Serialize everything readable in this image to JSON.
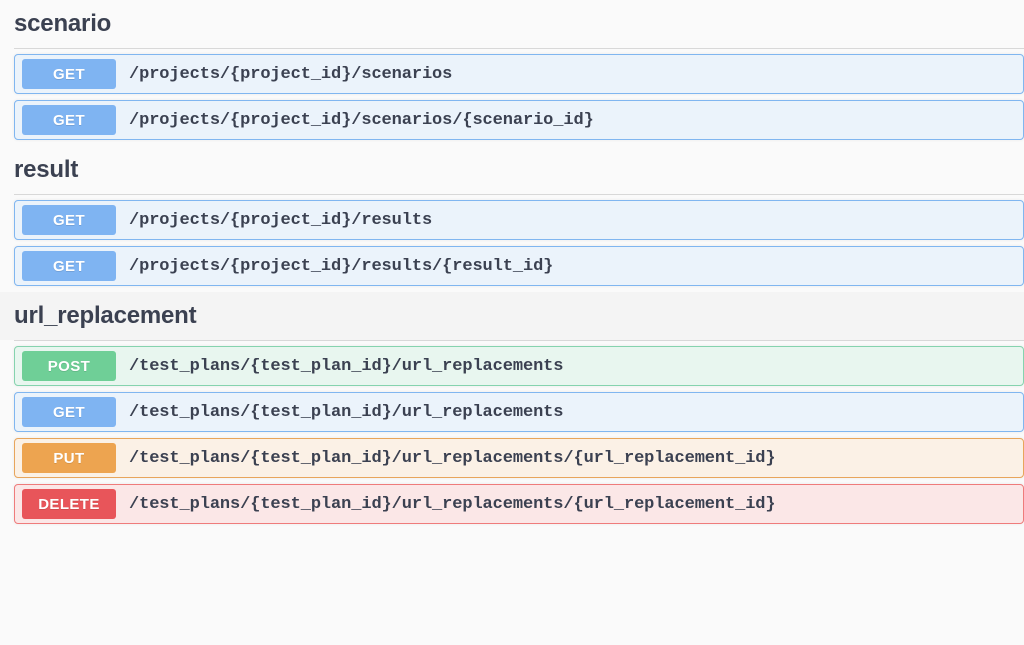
{
  "page": {
    "background_color": "#fafafa",
    "text_color": "#3b4151"
  },
  "sections": [
    {
      "tag": "scenario",
      "shaded": false,
      "operations": [
        {
          "method": "GET",
          "path": "/projects/{project_id}/scenarios"
        },
        {
          "method": "GET",
          "path": "/projects/{project_id}/scenarios/{scenario_id}"
        }
      ]
    },
    {
      "tag": "result",
      "shaded": false,
      "operations": [
        {
          "method": "GET",
          "path": "/projects/{project_id}/results"
        },
        {
          "method": "GET",
          "path": "/projects/{project_id}/results/{result_id}"
        }
      ]
    },
    {
      "tag": "url_replacement",
      "shaded": true,
      "operations": [
        {
          "method": "POST",
          "path": "/test_plans/{test_plan_id}/url_replacements"
        },
        {
          "method": "GET",
          "path": "/test_plans/{test_plan_id}/url_replacements"
        },
        {
          "method": "PUT",
          "path": "/test_plans/{test_plan_id}/url_replacements/{url_replacement_id}"
        },
        {
          "method": "DELETE",
          "path": "/test_plans/{test_plan_id}/url_replacements/{url_replacement_id}"
        }
      ]
    }
  ],
  "method_colors": {
    "GET": {
      "badge": "#7fb4f2",
      "background": "#ebf3fb",
      "border": "#80b6f0"
    },
    "POST": {
      "badge": "#6fcf97",
      "background": "#e8f6ef",
      "border": "#85d3ae"
    },
    "PUT": {
      "badge": "#eda450",
      "background": "#fbf1e6",
      "border": "#e8a55b"
    },
    "DELETE": {
      "badge": "#e8555a",
      "background": "#fbe7e7",
      "border": "#ef7b7b"
    }
  }
}
